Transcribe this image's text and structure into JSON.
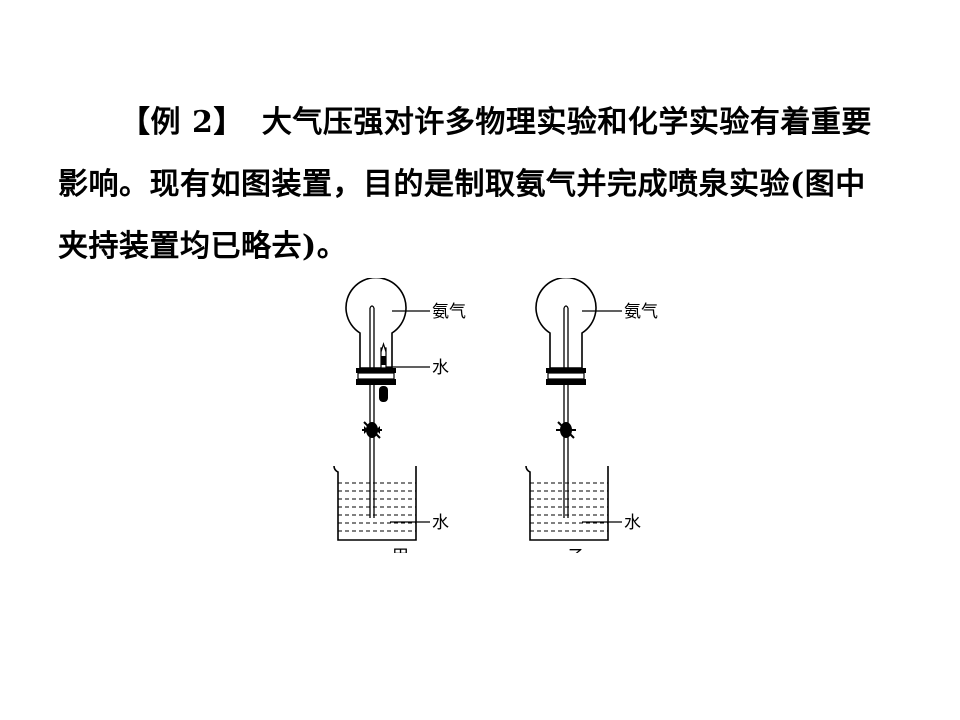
{
  "paragraph": {
    "tag": "【例 2】",
    "line1": "大气压强对许多物理实验和化学实验有着重要",
    "line2": "影响。现有如图装置，目的是制取氨气并完成喷泉实验(图中",
    "line3": "夹持装置均已略去)。"
  },
  "figure": {
    "left": {
      "gas_label": "氨气",
      "dropper_label": "水",
      "beaker_label": "水",
      "caption": "甲"
    },
    "right": {
      "gas_label": "氨气",
      "beaker_label": "水",
      "caption": "乙"
    }
  }
}
